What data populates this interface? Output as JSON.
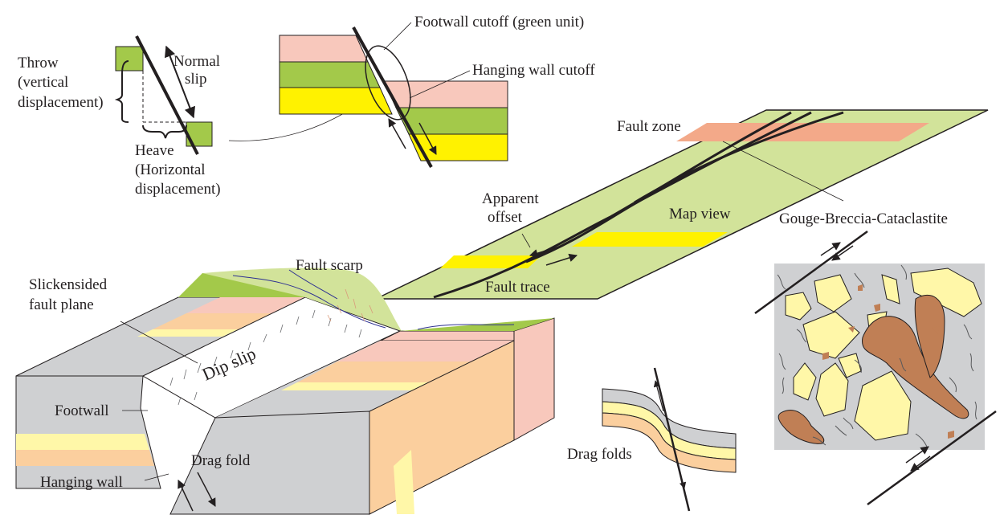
{
  "colors": {
    "green": "#a3c94a",
    "pale_green": "#d2e39a",
    "yellow": "#fff200",
    "pale_yellow": "#fff7a8",
    "pink": "#f8c8bc",
    "salmon": "#f3a989",
    "orange": "#fbcf9e",
    "gray": "#cfd0d2",
    "brown": "#c07f55",
    "line": "#231f20"
  },
  "labels": {
    "throw": [
      "Throw",
      "(vertical",
      "displacement)"
    ],
    "normal_slip": [
      "Normal",
      "slip"
    ],
    "heave": [
      "Heave",
      "(Horizontal",
      "displacement)"
    ],
    "footwall_cutoff": "Footwall cutoff (green unit)",
    "hanging_wall_cutoff": "Hanging wall cutoff",
    "fault_zone": "Fault zone",
    "apparent_offset": [
      "Apparent",
      "offset"
    ],
    "map_view": "Map view",
    "fault_trace": "Fault trace",
    "gouge": "Gouge-Breccia-Cataclastite",
    "fault_scarp": "Fault scarp",
    "slickensided": [
      "Slickensided",
      "fault plane"
    ],
    "dip_slip": "Dip slip",
    "footwall": "Footwall",
    "drag_fold": "Drag fold",
    "hanging_wall": "Hanging wall",
    "drag_folds": "Drag folds"
  }
}
